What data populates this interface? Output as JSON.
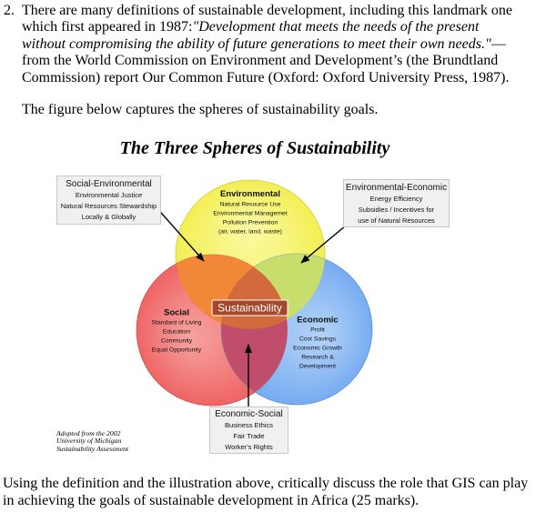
{
  "question": {
    "number": "2.",
    "line1": "There are many definitions of sustainable development, including this landmark one",
    "line2_plain": "which first appeared in 1987:",
    "line2_quote": "\"Development that meets the needs of the present",
    "line3_quote": "without compromising the ability of future generations to meet their own needs.\"",
    "line3_plain": "—",
    "line4": "from the World Commission on Environment and Development’s (the Brundtland",
    "line5": "Commission) report Our Common Future (Oxford: Oxford University Press, 1987).",
    "figure_intro": "The figure below captures the spheres of sustainability goals.",
    "task_line1": "Using the definition and the illustration above, critically discuss the role that GIS can play",
    "task_line2": "in achieving the goals of sustainable development in Africa (25 marks)."
  },
  "figure": {
    "title": "The Three Spheres of Sustainability",
    "center_label": "Sustainability",
    "spheres": {
      "environmental": {
        "label": "Environmental",
        "items": [
          "Natural Resource Use",
          "Environmental Managemet",
          "Pollution Prevention",
          "(air, water, land, waste)"
        ]
      },
      "social": {
        "label": "Social",
        "items": [
          "Standard of Living",
          "Education",
          "Community",
          "Equal Opportunity"
        ]
      },
      "economic": {
        "label": "Economic",
        "items": [
          "Profit",
          "Cost Savings",
          "Economic Growth",
          "Research &",
          "Development"
        ]
      }
    },
    "overlaps": {
      "social_environmental": {
        "label": "Social-Environmental",
        "items": [
          "Environmental Justice",
          "Natural Resources Stewardship",
          "Locally & Globally"
        ]
      },
      "environmental_economic": {
        "label": "Environmental-Economic",
        "items": [
          "Energy Efficiency",
          "Subsidies / Incentives for",
          "use of Natural Resources"
        ]
      },
      "economic_social": {
        "label": "Economic-Social",
        "items": [
          "Business Ethics",
          "Fair Trade",
          "Worker's Rights"
        ]
      }
    },
    "attribution": [
      "Adopted from the 2002",
      "University of Michigan",
      "Sustainability Assessment"
    ],
    "colors": {
      "environmental": "#f2ee4e",
      "environmental_light": "#fbfaa6",
      "social": "#ee6262",
      "social_light": "#f6a3a0",
      "economic": "#74aaf0",
      "economic_light": "#b5d4f8",
      "social_environmental": "#f08838",
      "environmental_economic": "#c8de6c",
      "economic_social": "#c04e6a",
      "sustainability": "#d26a3c",
      "sustainability_label_bg": "#a4472d"
    }
  }
}
